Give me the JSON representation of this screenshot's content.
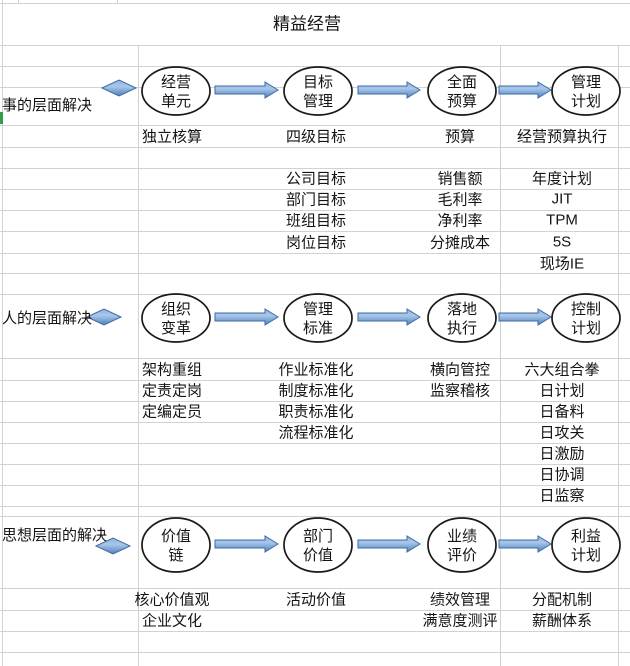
{
  "title": "精益经营",
  "colors": {
    "grid_line": "#d2d2d2",
    "ellipse_stroke": "#1a1a1a",
    "text": "#141414",
    "arrow_fill_top": "#8fb2dd",
    "arrow_fill_mid": "#a9c7ea",
    "arrow_fill_bottom": "#4f81bd",
    "arrow_stroke": "#3d6ba3",
    "selection_green": "#2f9e4f"
  },
  "rows": [
    {
      "label": "事的层面解决",
      "nodes": [
        [
          "经营",
          "单元"
        ],
        [
          "目标",
          "管理"
        ],
        [
          "全面",
          "预算"
        ],
        [
          "管理",
          "计划"
        ]
      ],
      "columns": [
        {
          "items": [
            {
              "t": "独立核算",
              "r": 0
            }
          ]
        },
        {
          "items": [
            {
              "t": "四级目标",
              "r": 0
            },
            {
              "t": "公司目标",
              "r": 2
            },
            {
              "t": "部门目标",
              "r": 3
            },
            {
              "t": "班组目标",
              "r": 4
            },
            {
              "t": "岗位目标",
              "r": 5
            }
          ]
        },
        {
          "items": [
            {
              "t": "预算",
              "r": 0
            },
            {
              "t": "销售额",
              "r": 2
            },
            {
              "t": "毛利率",
              "r": 3
            },
            {
              "t": "净利率",
              "r": 4
            },
            {
              "t": "分摊成本",
              "r": 5
            }
          ]
        },
        {
          "items": [
            {
              "t": "经营预算执行",
              "r": 0
            },
            {
              "t": "年度计划",
              "r": 2
            },
            {
              "t": "JIT",
              "r": 3
            },
            {
              "t": "TPM",
              "r": 4
            },
            {
              "t": "5S",
              "r": 5
            },
            {
              "t": "现场IE",
              "r": 6
            }
          ]
        }
      ]
    },
    {
      "label": "人的层面解决",
      "nodes": [
        [
          "组织",
          "变革"
        ],
        [
          "管理",
          "标准"
        ],
        [
          "落地",
          "执行"
        ],
        [
          "控制",
          "计划"
        ]
      ],
      "columns": [
        {
          "items": [
            {
              "t": "架构重组",
              "r": 0
            },
            {
              "t": "定责定岗",
              "r": 1
            },
            {
              "t": "定编定员",
              "r": 2
            }
          ]
        },
        {
          "items": [
            {
              "t": "作业标准化",
              "r": 0
            },
            {
              "t": "制度标准化",
              "r": 1
            },
            {
              "t": "职责标准化",
              "r": 2
            },
            {
              "t": "流程标准化",
              "r": 3
            }
          ]
        },
        {
          "items": [
            {
              "t": "横向管控",
              "r": 0
            },
            {
              "t": "监察稽核",
              "r": 1
            }
          ]
        },
        {
          "items": [
            {
              "t": "六大组合拳",
              "r": 0
            },
            {
              "t": "日计划",
              "r": 1
            },
            {
              "t": "日备料",
              "r": 2
            },
            {
              "t": "日攻关",
              "r": 3
            },
            {
              "t": "日激励",
              "r": 4
            },
            {
              "t": "日协调",
              "r": 5
            },
            {
              "t": "日监察",
              "r": 6
            }
          ]
        }
      ]
    },
    {
      "label": "思想层面的解决",
      "nodes": [
        [
          "价值",
          "链"
        ],
        [
          "部门",
          "价值"
        ],
        [
          "业绩",
          "评价"
        ],
        [
          "利益",
          "计划"
        ]
      ],
      "columns": [
        {
          "items": [
            {
              "t": "核心价值观",
              "r": 0
            },
            {
              "t": "企业文化",
              "r": 1
            }
          ]
        },
        {
          "items": [
            {
              "t": "活动价值",
              "r": 0
            }
          ]
        },
        {
          "items": [
            {
              "t": "绩效管理",
              "r": 0
            },
            {
              "t": "满意度测评",
              "r": 1
            }
          ]
        },
        {
          "items": [
            {
              "t": "分配机制",
              "r": 0
            },
            {
              "t": "薪酬体系",
              "r": 1
            }
          ]
        }
      ]
    }
  ]
}
